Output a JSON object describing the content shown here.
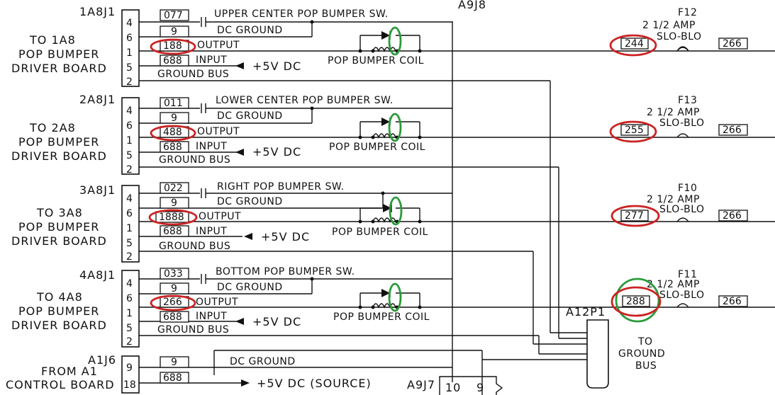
{
  "header": {
    "top_connector": "A9J8"
  },
  "blocks": [
    {
      "connector": "1A8J1",
      "dest": [
        "TO 1A8",
        "POP BUMPER",
        "DRIVER BOARD"
      ],
      "pins": [
        "4",
        "6",
        "1",
        "5",
        "2"
      ],
      "switch_wire": "077",
      "ground_wire": "9",
      "output_wire": "188",
      "input_wire": "688",
      "switch_label": "UPPER CENTER POP BUMPER SW.",
      "dc_ground": "DC GROUND",
      "output_label": "OUTPUT",
      "input_label": "INPUT",
      "plus5": "+5V DC",
      "ground_bus": "GROUND BUS",
      "coil": "POP BUMPER COIL",
      "fuse": "F12",
      "fuse_rating": "2 1/2 AMP",
      "fuse_type": "SLO-BLO",
      "fuse_in_wire": "244",
      "fuse_out_wire": "266"
    },
    {
      "connector": "2A8J1",
      "dest": [
        "TO 2A8",
        "POP BUMPER",
        "DRIVER BOARD"
      ],
      "pins": [
        "4",
        "6",
        "1",
        "5",
        "2"
      ],
      "switch_wire": "011",
      "ground_wire": "9",
      "output_wire": "488",
      "input_wire": "688",
      "switch_label": "LOWER CENTER POP BUMPER SW.",
      "dc_ground": "DC GROUND",
      "output_label": "OUTPUT",
      "input_label": "INPUT",
      "plus5": "+5V DC",
      "ground_bus": "GROUND BUS",
      "coil": "POP BUMPER COIL",
      "fuse": "F13",
      "fuse_rating": "2 1/2 AMP",
      "fuse_type": "SLO-BLO",
      "fuse_in_wire": "255",
      "fuse_out_wire": "266"
    },
    {
      "connector": "3A8J1",
      "dest": [
        "TO 3A8",
        "POP BUMPER",
        "DRIVER BOARD"
      ],
      "pins": [
        "4",
        "6",
        "1",
        "5",
        "2"
      ],
      "switch_wire": "022",
      "ground_wire": "9",
      "output_wire": "1888",
      "input_wire": "688",
      "switch_label": "RIGHT POP BUMPER SW.",
      "dc_ground": "DC GROUND",
      "output_label": "OUTPUT",
      "input_label": "INPUT",
      "plus5": "+5V DC",
      "ground_bus": "GROUND BUS",
      "coil": "POP BUMPER COIL",
      "fuse": "F10",
      "fuse_rating": "2 1/2 AMP",
      "fuse_type": "SLO-BLO",
      "fuse_in_wire": "277",
      "fuse_out_wire": "266"
    },
    {
      "connector": "4A8J1",
      "dest": [
        "TO 4A8",
        "POP BUMPER",
        "DRIVER BOARD"
      ],
      "pins": [
        "4",
        "6",
        "1",
        "5",
        "2"
      ],
      "switch_wire": "033",
      "ground_wire": "9",
      "output_wire": "266",
      "input_wire": "688",
      "switch_label": "BOTTOM POP BUMPER SW.",
      "dc_ground": "DC GROUND",
      "output_label": "OUTPUT",
      "input_label": "INPUT",
      "plus5": "+5V DC",
      "ground_bus": "GROUND BUS",
      "coil": "POP BUMPER COIL",
      "fuse": "F11",
      "fuse_rating": "2 1/2 AMP",
      "fuse_type": "SLO-BLO",
      "fuse_in_wire": "288",
      "fuse_out_wire": "266"
    }
  ],
  "bottom": {
    "connector": "A1J6",
    "dest": [
      "FROM A1",
      "CONTROL BOARD"
    ],
    "pins": [
      "9",
      "18"
    ],
    "wire_9": "9",
    "wire_688": "688",
    "dc_ground": "DC GROUND",
    "source": "+5V DC  (SOURCE)",
    "a9j7": "A9J7",
    "a9j7_pins": [
      "10",
      "9"
    ],
    "a12p1": "A12P1",
    "to_ground_bus": [
      "TO",
      "GROUND",
      "BUS"
    ]
  },
  "colors": {
    "red_circle": "#cc2222",
    "green_circle": "#2a9a3a",
    "ink": "#111111"
  }
}
